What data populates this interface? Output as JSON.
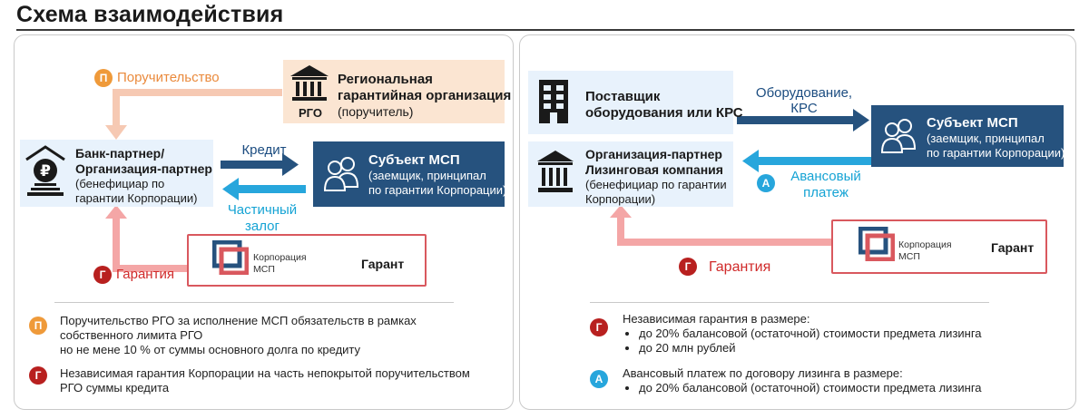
{
  "title": "Схема взаимодействия",
  "colors": {
    "navy": "#26527e",
    "light_blue": "#e8f2fc",
    "peach": "#fbe5d2",
    "arrow_pink": "#f4a6a6",
    "arrow_peach": "#f6c9b3",
    "accent_red": "#b8201f",
    "accent_orange": "#ef9a3a",
    "accent_cyan": "#27a6dc",
    "arrow_navy": "#26527e",
    "arrow_cyan": "#27a6dc"
  },
  "left": {
    "rgo": {
      "name_line1": "Региональная",
      "name_line2": "гарантийная организация",
      "note": "(поручитель)",
      "icon_label": "РГО"
    },
    "bank": {
      "name_line1": "Банк-партнер/",
      "name_line2": "Организация-партнер",
      "note_line1": "(бенефициар по",
      "note_line2": "гарантии Корпорации)"
    },
    "sme": {
      "name": "Субъект МСП",
      "note_line1": "(заемщик, принципал",
      "note_line2": "по гарантии Корпорации)"
    },
    "guarantor": {
      "logo_line1": "Корпорация",
      "logo_line2": "МСП",
      "name": "Гарант"
    },
    "arrows": {
      "suretyship_badge": "П",
      "suretyship_label": "Поручительство",
      "credit_label": "Кредит",
      "collateral_line1": "Частичный",
      "collateral_line2": "залог",
      "guarantee_badge": "Г",
      "guarantee_label": "Гарантия"
    },
    "legend": [
      {
        "badge": "П",
        "lines": [
          "Поручительство РГО за исполнение МСП обязательств в рамках",
          "собственного лимита РГО",
          "но не мене 10 % от суммы основного долга по кредиту"
        ]
      },
      {
        "badge": "Г",
        "lines": [
          "Независимая гарантия Корпорации на часть непокрытой поручительством",
          "РГО суммы кредита"
        ]
      }
    ]
  },
  "right": {
    "supplier": {
      "name_line1": "Поставщик",
      "name_line2": "оборудования или КРС"
    },
    "leasing": {
      "name_line1": "Организация-партнер",
      "name_line2": "Лизинговая компания",
      "note_line1": "(бенефициар по гарантии",
      "note_line2": "Корпорации)"
    },
    "sme": {
      "name": "Субъект МСП",
      "note_line1": "(заемщик, принципал",
      "note_line2": "по гарантии Корпорации)"
    },
    "guarantor": {
      "logo_line1": "Корпорация",
      "logo_line2": "МСП",
      "name": "Гарант"
    },
    "arrows": {
      "equipment_line1": "Оборудование,",
      "equipment_line2": "КРС",
      "advance_badge": "А",
      "advance_line1": "Авансовый",
      "advance_line2": "платеж",
      "guarantee_badge": "Г",
      "guarantee_label": "Гарантия"
    },
    "legend": [
      {
        "badge": "Г",
        "heading": "Независимая гарантия в размере:",
        "items": [
          "до 20% балансовой (остаточной) стоимости предмета лизинга",
          "до 20 млн рублей"
        ]
      },
      {
        "badge": "А",
        "heading": "Авансовый платеж по договору лизинга в размере:",
        "items": [
          "до 20% балансовой (остаточной) стоимости предмета лизинга"
        ]
      }
    ]
  }
}
